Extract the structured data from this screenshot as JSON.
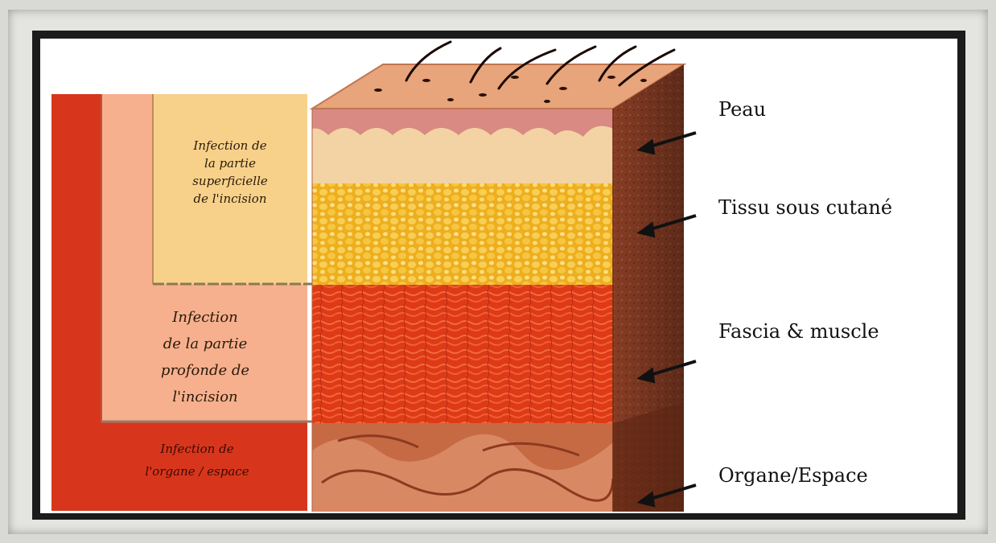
{
  "zones": {
    "superficial": "Infection de\nla partie\nsuperficielle\nde l'incision",
    "deep": "Infection\nde la partie\nprofonde de\nl'incision",
    "organ": "Infection de\nl'organe / espace"
  },
  "layers": {
    "skin": "Peau",
    "subcutaneous": "Tissu sous cutané",
    "fascia_muscle": "Fascia & muscle",
    "organ_space": "Organe/Espace"
  },
  "colors": {
    "organ_zone": "#d8361c",
    "deep_zone": "#f6b08e",
    "superficial_zone": "#f7d18a",
    "skin_top": "#e8a47a",
    "fat": "#f2b62a",
    "muscle": "#e2401c",
    "organ": "#c66a44",
    "block_side": "#8a3c22"
  }
}
